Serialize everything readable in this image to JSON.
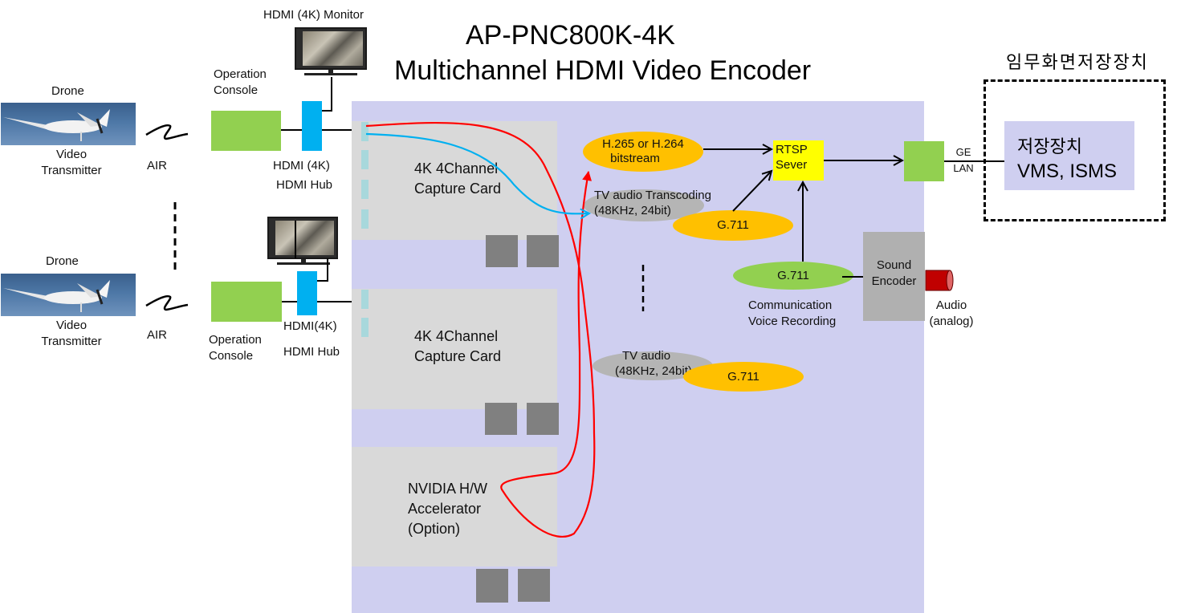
{
  "title": {
    "line1": "AP-PNC800K-4K",
    "line2": "Multichannel HDMI Video Encoder"
  },
  "storage_group": {
    "title": "임무화면저장장치",
    "box_line1": "저장장치",
    "box_line2": "VMS, ISMS"
  },
  "sources": [
    {
      "drone_label": "Drone",
      "transmitter_line1": "Video",
      "transmitter_line2": "Transmitter",
      "link_label": "AIR",
      "console_line1": "Operation",
      "console_line2": "Console",
      "hub_line1": "HDMI (4K)",
      "hub_line2": "HDMI Hub",
      "monitor_label": "HDMI (4K) Monitor"
    },
    {
      "drone_label": "Drone",
      "transmitter_line1": "Video",
      "transmitter_line2": "Transmitter",
      "link_label": "AIR",
      "console_line1": "Operation",
      "console_line2": "Console",
      "hub_line1": "HDMI(4K)",
      "hub_line2": "HDMI Hub",
      "monitor_label": ""
    }
  ],
  "encoder": {
    "cards": [
      {
        "line1": "4K 4Channel",
        "line2": "Capture Card"
      },
      {
        "line1": "4K 4Channel",
        "line2": "Capture Card"
      }
    ],
    "accelerator": {
      "line1": "NVIDIA H/W",
      "line2": "Accelerator",
      "line3": "(Option)"
    },
    "bitstream": {
      "line1": "H.265 or H.264",
      "line2": "bitstream"
    },
    "tv_audio_1": {
      "line1": "TV audio   Transcoding",
      "line2": "(48KHz, 24bit)"
    },
    "tv_audio_2": {
      "line1": "TV audio",
      "line2": "(48KHz, 24bit)"
    },
    "g711_1": "G.711",
    "g711_2": "G.711",
    "g711_comm": "G.711",
    "comm_line1": "Communication",
    "comm_line2": "Voice Recording",
    "rtsp_line1": "RTSP",
    "rtsp_line2": "Sever",
    "sound_encoder_line1": "Sound",
    "sound_encoder_line2": "Encoder"
  },
  "audio_input": {
    "line1": "Audio",
    "line2": "(analog)"
  },
  "network": {
    "line1": "GE",
    "line2": "LAN"
  },
  "colors": {
    "encoder_bg": "#cfcff0",
    "card": "#d9d9d9",
    "console": "#92d050",
    "hub": "#00b0f0",
    "codec": "#ffc000",
    "rtsp": "#ffff00",
    "video_path": "#ff0000",
    "audio_path": "#00b0f0",
    "audio_jack": "#c00000"
  }
}
